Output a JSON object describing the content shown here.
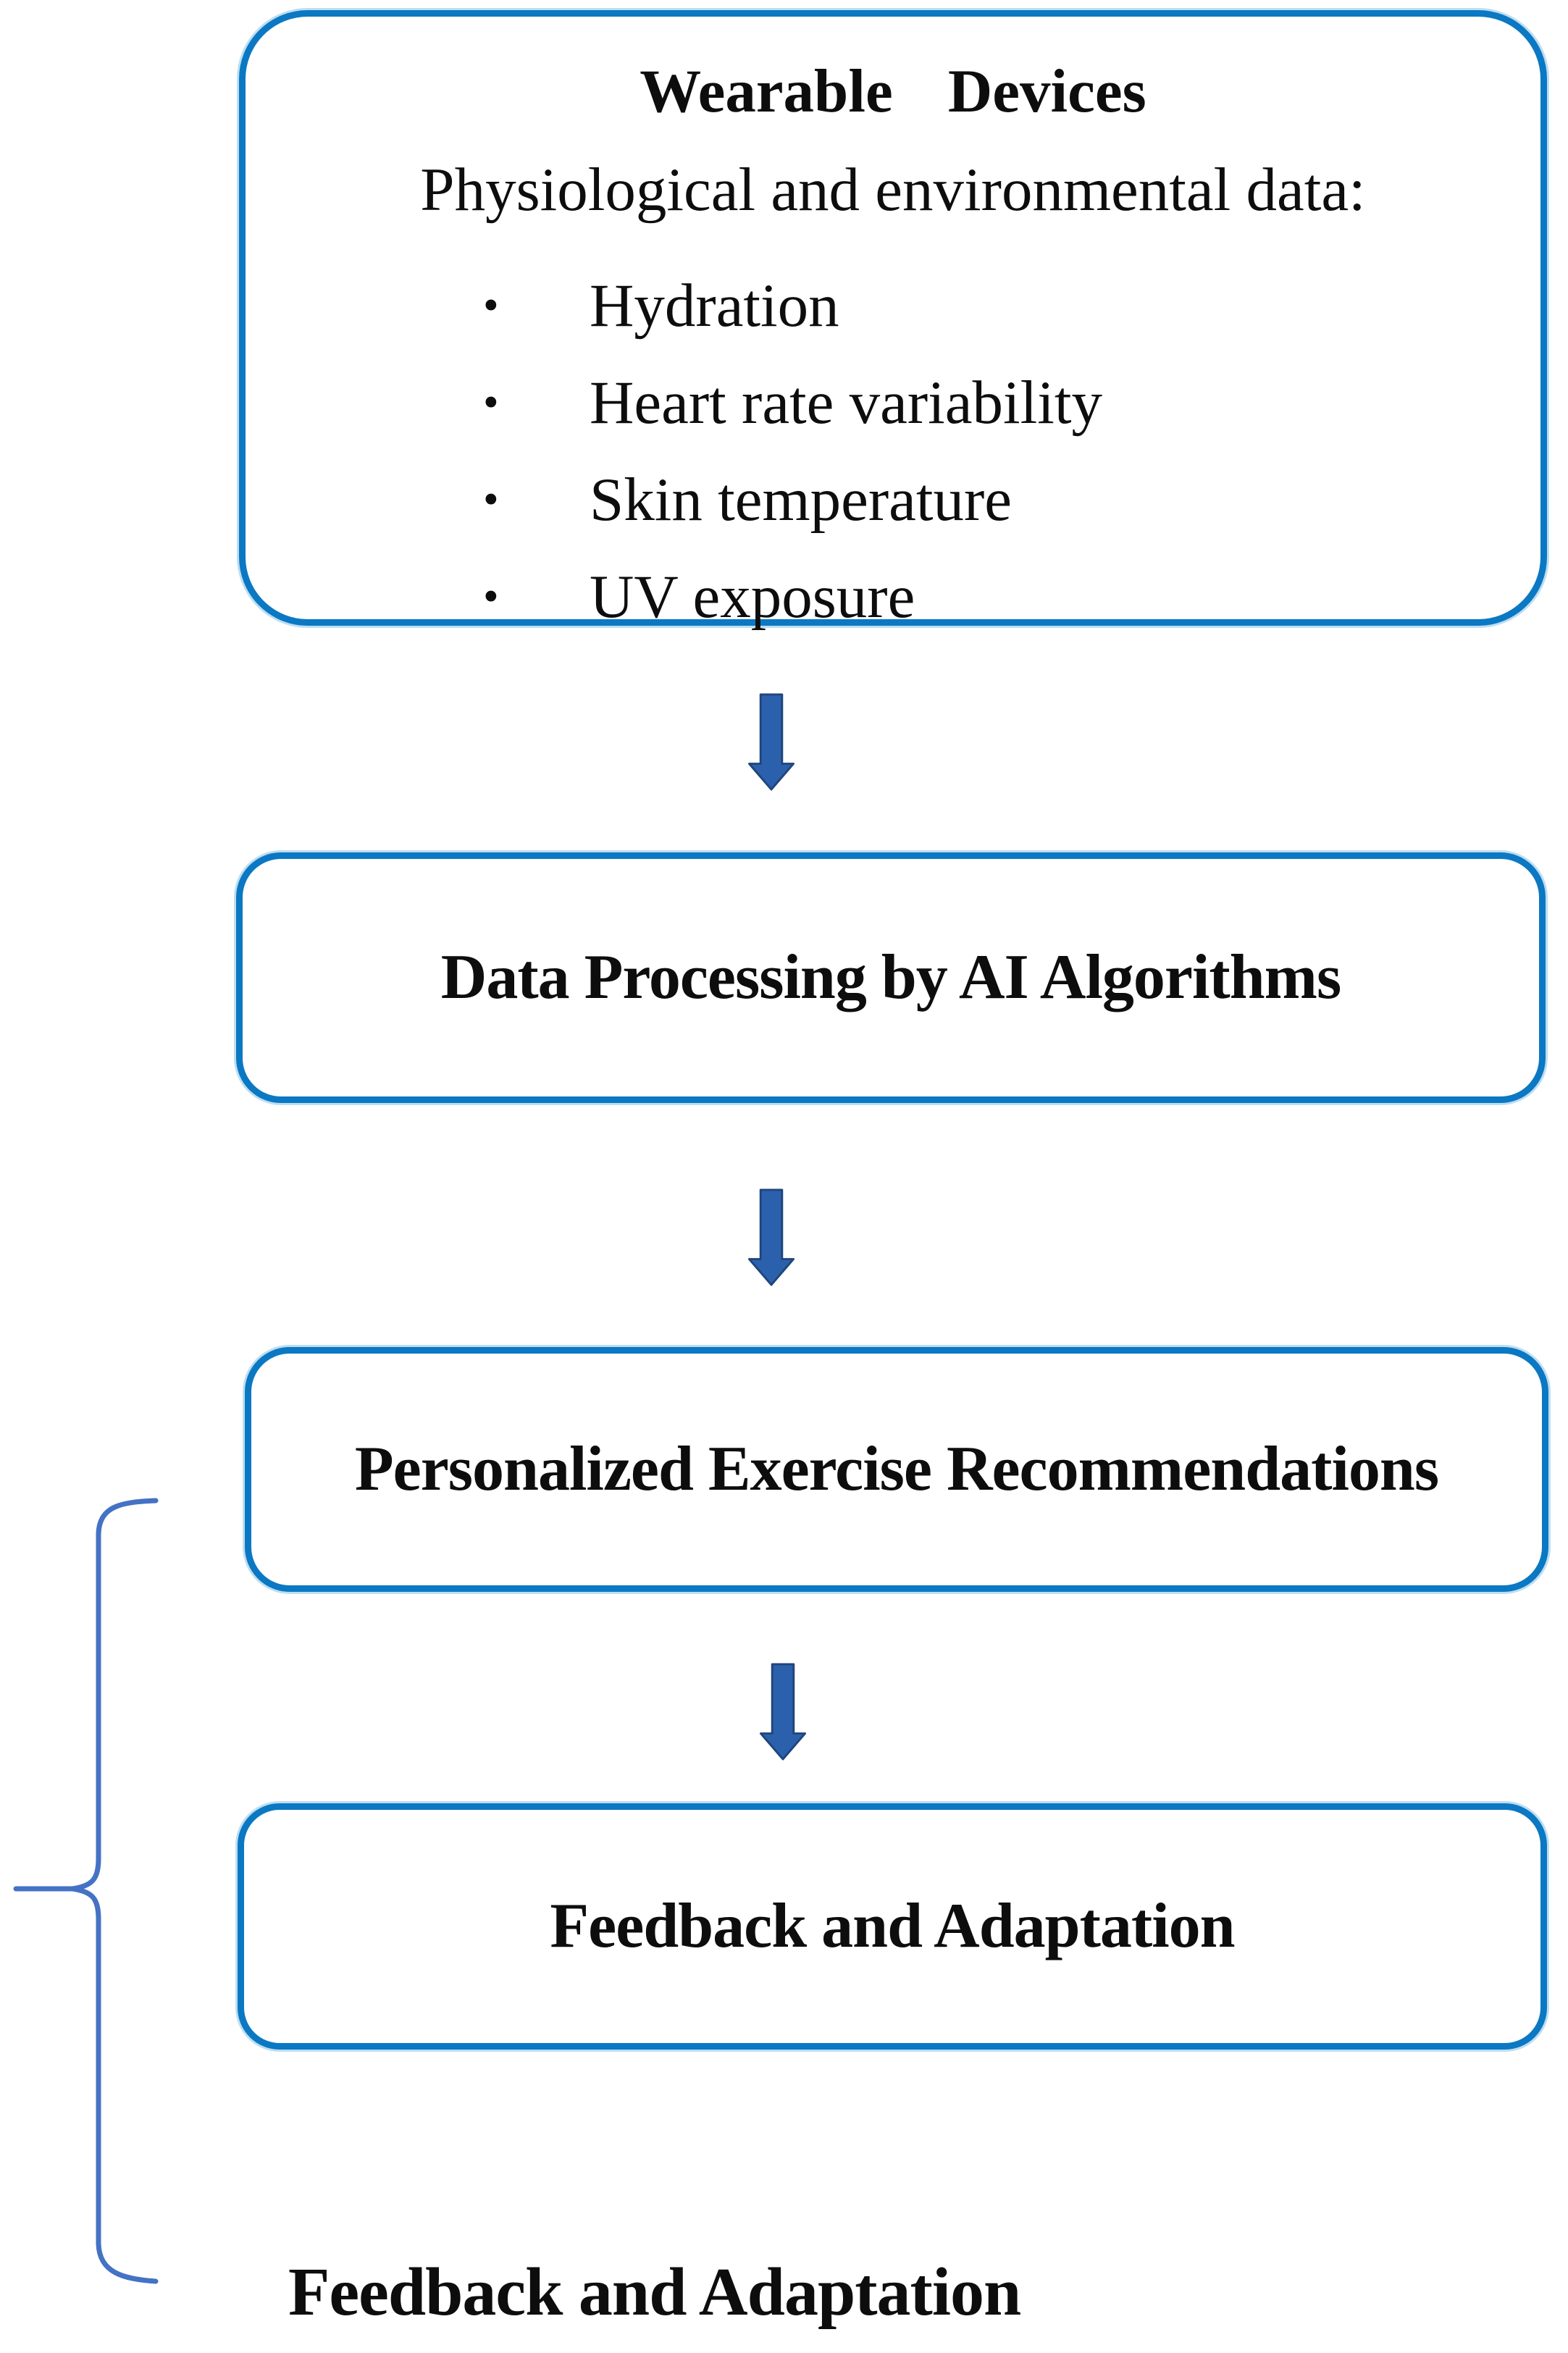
{
  "figure": {
    "wearable_box": {
      "title": "Wearable Devices",
      "subtitle": "Physiological and environmental data:",
      "bullet_char": "•",
      "bullets": [
        "Hydration",
        "Heart rate variability",
        "Skin temperature",
        "UV exposure"
      ]
    },
    "flow_boxes": [
      {
        "label": "Data Processing by AI Algorithms"
      },
      {
        "label": "Personalized Exercise Recommendations"
      },
      {
        "label": "Feedback and Adaptation"
      }
    ],
    "bottom_label": "Feedback and Adaptation",
    "colors": {
      "box_border": "#0b78c3",
      "arrow_fill": "#2b61ac",
      "arrow_outline": "#20457c",
      "brace": "#4472c4",
      "text": "#0d0d0d"
    }
  }
}
